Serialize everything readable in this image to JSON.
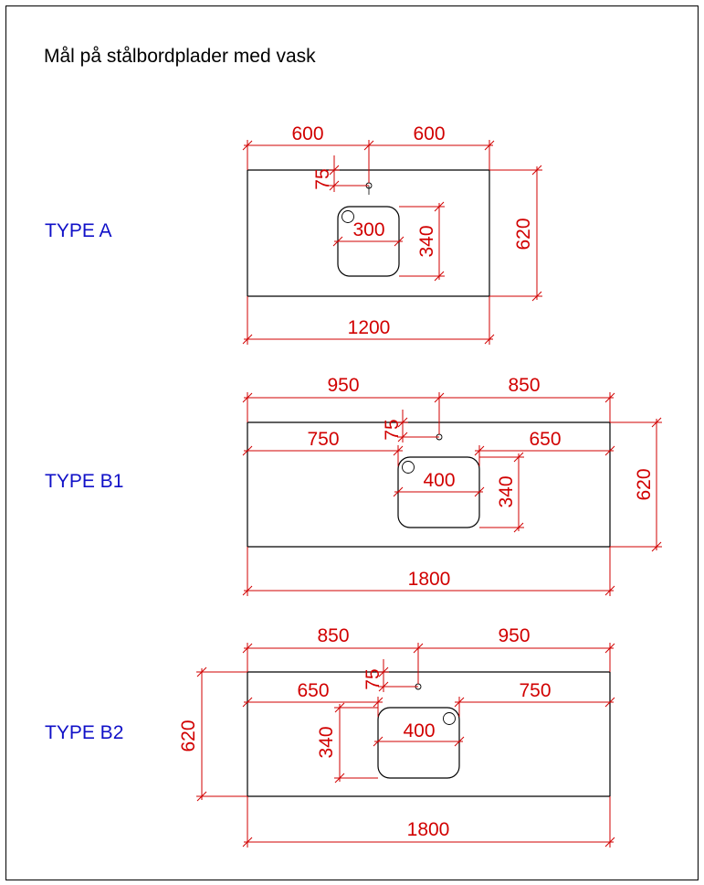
{
  "title": "Mål på stålbordplader med vask",
  "colors": {
    "dimension": "#d10000",
    "type_label": "#1010c8",
    "outline": "#000000"
  },
  "types": [
    {
      "label": "TYPE A",
      "dims": {
        "left_to_tap": "600",
        "tap_to_right": "600",
        "tap_offset": "75",
        "sink_width": "300",
        "sink_depth": "340",
        "depth": "620",
        "total_length": "1200"
      }
    },
    {
      "label": "TYPE B1",
      "dims": {
        "left_to_tap": "950",
        "tap_to_right": "850",
        "tap_offset": "75",
        "left_to_sink": "750",
        "sink_to_right": "650",
        "sink_width": "400",
        "sink_depth": "340",
        "depth": "620",
        "total_length": "1800"
      }
    },
    {
      "label": "TYPE B2",
      "dims": {
        "left_to_tap": "850",
        "tap_to_right": "950",
        "tap_offset": "75",
        "left_to_sink": "650",
        "sink_to_right": "750",
        "sink_width": "400",
        "sink_depth": "340",
        "depth": "620",
        "total_length": "1800"
      }
    }
  ]
}
